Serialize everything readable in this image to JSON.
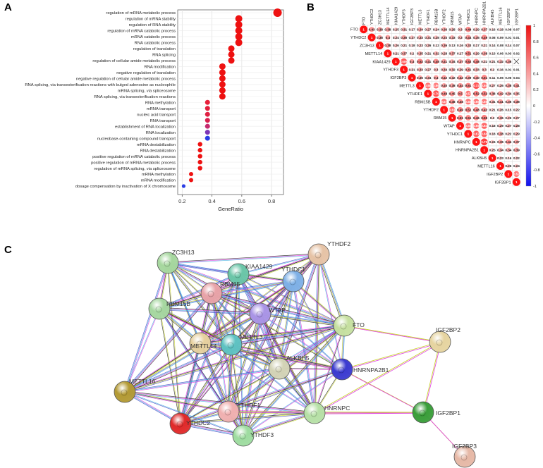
{
  "panels": {
    "a": "A",
    "b": "B",
    "c": "C"
  },
  "chart_data": [
    {
      "type": "scatter",
      "panel": "A",
      "xlabel": "GeneRatio",
      "xlim": [
        0.17,
        0.88
      ],
      "xticks": [
        "0.2",
        "0.4",
        "0.6",
        "0.8"
      ],
      "xtick_values": [
        0.2,
        0.4,
        0.6,
        0.8
      ],
      "grid": true,
      "terms": [
        "regulation of mRNA metabolic process",
        "regulation of mRNA stability",
        "regulation of RNA stability",
        "regulation of mRNA catabolic process",
        "mRNA catabolic process",
        "RNA catabolic process",
        "regulation of translation",
        "RNA splicing",
        "regulation of cellular amide metabolic process",
        "RNA modification",
        "negative regulation of translation",
        "negative regulation of cellular amide metabolic process",
        "RNA splicing, via transesterification reactions with bulged adenosine as nucleophile",
        "mRNA splicing, via spliceosome",
        "RNA splicing, via transesterification reactions",
        "RNA methylation",
        "mRNA transport",
        "nucleic acid transport",
        "RNA transport",
        "establishment of RNA localization",
        "RNA localization",
        "nucleobase-containing compound transport",
        "mRNA destabilization",
        "RNA destabilization",
        "positive regulation of mRNA catabolic process",
        "positive regulation of mRNA metabolic process",
        "regulation of mRNA splicing, via spliceosome",
        "mRNA methylation",
        "mRNA modification",
        "dosage compensation by inactivation of X chromosome"
      ],
      "gene_ratio": [
        0.84,
        0.58,
        0.58,
        0.58,
        0.58,
        0.58,
        0.53,
        0.53,
        0.53,
        0.47,
        0.47,
        0.47,
        0.47,
        0.47,
        0.47,
        0.37,
        0.37,
        0.37,
        0.37,
        0.37,
        0.37,
        0.37,
        0.32,
        0.32,
        0.32,
        0.32,
        0.32,
        0.26,
        0.26,
        0.21
      ],
      "point_colors": [
        "#ee1111",
        "#ee1111",
        "#ee1111",
        "#ee1111",
        "#ee1111",
        "#ee1111",
        "#ee1111",
        "#ee1111",
        "#ee1111",
        "#ee1111",
        "#ee1111",
        "#ee1111",
        "#ee1111",
        "#ee1111",
        "#ee1111",
        "#e8203a",
        "#e21e3c",
        "#e01f42",
        "#d81f4e",
        "#c52a6e",
        "#7d35b6",
        "#2a3ee6",
        "#ee1111",
        "#ee1111",
        "#ee1111",
        "#ee1111",
        "#ee1111",
        "#ee1111",
        "#ee1111",
        "#2a3ee6"
      ],
      "point_sizes": [
        6,
        5,
        5,
        5,
        5,
        5,
        4.5,
        4.5,
        4.5,
        4.5,
        4.5,
        4.5,
        4.5,
        4.5,
        4.5,
        3.5,
        3.5,
        3.5,
        3.5,
        3.5,
        3.5,
        3.5,
        3.2,
        3.2,
        3.2,
        3.2,
        3.2,
        3,
        3,
        2.6
      ]
    },
    {
      "type": "heatmap",
      "panel": "B",
      "genes": [
        "FTO",
        "YTHDC2",
        "ZC3H13",
        "METTL14",
        "KIAA1429",
        "YTHDF3",
        "IGF2BP3",
        "METTL3",
        "YTHDF1",
        "RBM15B",
        "YTHDF2",
        "RBM15",
        "WTAP",
        "YTHDC1",
        "HNRNPC",
        "HNRNPA2B1",
        "ALKBH5",
        "METTL16",
        "IGF2BP2",
        "IGF2BP1"
      ],
      "matrix": [
        [
          "1",
          "0.43",
          "0.38",
          "0.38",
          "0.25",
          "0.31",
          "0.17",
          "0.34",
          "0.27",
          "0.24",
          "0.36",
          "0.28",
          "0.3",
          "0.49",
          "0.29",
          "0.37",
          "0.16",
          "0.18",
          "0.08",
          "0.07"
        ],
        [
          "",
          "1",
          "0.38",
          "0.4",
          "0.24",
          "0.38",
          "0.27",
          "0.33",
          "0.31",
          "0.28",
          "0.33",
          "0.33",
          "0.3",
          "0.44",
          "0.35",
          "0.49",
          "0.08",
          "0.09",
          "0.01",
          "0.01"
        ],
        [
          "",
          "",
          "1",
          "0.38",
          "0.26",
          "0.21",
          "0.18",
          "0.23",
          "0.26",
          "0.12",
          "0.36",
          "0.13",
          "0.16",
          "0.33",
          "0.17",
          "0.21",
          "0.14",
          "0.08",
          "0.14",
          "0.07"
        ],
        [
          "",
          "",
          "",
          "1",
          "0.21",
          "0.37",
          "0.2",
          "0.35",
          "0.21",
          "0.32",
          "0.28",
          "0.37",
          "0.17",
          "0.51",
          "0.29",
          "0.38",
          "0.13",
          "0.06",
          "0.03",
          "0.02"
        ],
        [
          "",
          "",
          "",
          "",
          "1",
          "0.69",
          "0.4",
          "0.52",
          "0.41",
          "0.48",
          "0.41",
          "0.34",
          "0.37",
          "0.52",
          "0.48",
          "0.22",
          "0.21",
          "0.32",
          "0.38",
          ""
        ],
        [
          "",
          "",
          "",
          "",
          "",
          "1",
          "0.21",
          "0.33",
          "0.27",
          "0.3",
          "0.34",
          "0.32",
          "0.29",
          "0.41",
          "0.33",
          "0.3",
          "0.2",
          "0.16",
          "0.01",
          "0.01"
        ],
        [
          "",
          "",
          "",
          "",
          "",
          "",
          "1",
          "0.36",
          "0.34",
          "0.4",
          "0.42",
          "0.32",
          "0.42",
          "0.39",
          "0.40",
          "0.51",
          "0.11",
          "0.06",
          "0.06",
          "0.04"
        ],
        [
          "",
          "",
          "",
          "",
          "",
          "",
          "",
          "1",
          "0.58",
          "0.56",
          "0.40",
          "0.38",
          "0.44",
          "0.51",
          "0.72",
          "0.58",
          "0.27",
          "0.26",
          "0.38",
          "0.41"
        ],
        [
          "",
          "",
          "",
          "",
          "",
          "",
          "",
          "",
          "1",
          "0.70",
          "0.48",
          "0.45",
          "0.5",
          "0.57",
          "0.52",
          "0.52",
          "0.38",
          "0.42",
          "0.34",
          "0.35"
        ],
        [
          "",
          "",
          "",
          "",
          "",
          "",
          "",
          "",
          "",
          "1",
          "0.57",
          "0.46",
          "0.45",
          "0.56",
          "0.56",
          "0.56",
          "0.31",
          "0.41",
          "0.35",
          "0.38"
        ],
        [
          "",
          "",
          "",
          "",
          "",
          "",
          "",
          "",
          "",
          "",
          "1",
          "0.61",
          "0.49",
          "0.51",
          "0.48",
          "0.42",
          "0.21",
          "0.26",
          "0.15",
          "0.22"
        ],
        [
          "",
          "",
          "",
          "",
          "",
          "",
          "",
          "",
          "",
          "",
          "",
          "1",
          "0.51",
          "0.51",
          "0.46",
          "0.55",
          "0.2",
          "0.36",
          "0.26",
          "0.27"
        ],
        [
          "",
          "",
          "",
          "",
          "",
          "",
          "",
          "",
          "",
          "",
          "",
          "",
          "1",
          "0.56",
          "0.59",
          "0.64",
          "0.18",
          "0.29",
          "0.27",
          "0.28"
        ],
        [
          "",
          "",
          "",
          "",
          "",
          "",
          "",
          "",
          "",
          "",
          "",
          "",
          "",
          "1",
          "0.67",
          "0.68",
          "0.18",
          "0.38",
          "0.22",
          "0.29"
        ],
        [
          "",
          "",
          "",
          "",
          "",
          "",
          "",
          "",
          "",
          "",
          "",
          "",
          "",
          "",
          "1",
          "0.79",
          "0.24",
          "0.36",
          "0.44",
          "0.37"
        ],
        [
          "",
          "",
          "",
          "",
          "",
          "",
          "",
          "",
          "",
          "",
          "",
          "",
          "",
          "",
          "",
          "1",
          "0.25",
          "0.34",
          "0.34",
          "0.39"
        ],
        [
          "",
          "",
          "",
          "",
          "",
          "",
          "",
          "",
          "",
          "",
          "",
          "",
          "",
          "",
          "",
          "",
          "1",
          "0.23",
          "0.16",
          "0.22"
        ],
        [
          "",
          "",
          "",
          "",
          "",
          "",
          "",
          "",
          "",
          "",
          "",
          "",
          "",
          "",
          "",
          "",
          "",
          "1",
          "0.26",
          "0.24"
        ],
        [
          "",
          "",
          "",
          "",
          "",
          "",
          "",
          "",
          "",
          "",
          "",
          "",
          "",
          "",
          "",
          "",
          "",
          "",
          "1",
          "0.57"
        ],
        [
          "",
          "",
          "",
          "",
          "",
          "",
          "",
          "",
          "",
          "",
          "",
          "",
          "",
          "",
          "",
          "",
          "",
          "",
          "",
          "1"
        ]
      ],
      "legend_ticks": [
        "1",
        "0.8",
        "0.6",
        "0.4",
        "0.2",
        "0",
        "-0.2",
        "-0.4",
        "-0.6",
        "-0.8",
        "-1"
      ],
      "colorscale": {
        "high": "#ee1111",
        "mid": "#ffffff",
        "low": "#1111ee"
      }
    }
  ],
  "network": {
    "panel": "C",
    "nodes": [
      {
        "name": "ZC3H13",
        "color": "#a6d79e"
      },
      {
        "name": "YTHDF2",
        "color": "#e6c3a6"
      },
      {
        "name": "KIAA1429",
        "color": "#6bc6a8"
      },
      {
        "name": "YTHDC1",
        "color": "#7eb0e6"
      },
      {
        "name": "RBM15",
        "color": "#e8a3a8"
      },
      {
        "name": "RBM15B",
        "color": "#a6d7a0"
      },
      {
        "name": "WTAP",
        "color": "#a994e6"
      },
      {
        "name": "FTO",
        "color": "#c6e0a0"
      },
      {
        "name": "METTL14",
        "color": "#e6d09e"
      },
      {
        "name": "METTL3",
        "color": "#5ec2c2"
      },
      {
        "name": "IGF2BP2",
        "color": "#e6d4a0"
      },
      {
        "name": "ALKBH5",
        "color": "#d3d3b6"
      },
      {
        "name": "HNRNPA2B1",
        "color": "#3b3bd0"
      },
      {
        "name": "METTL16",
        "color": "#b39a34"
      },
      {
        "name": "YTHDF1",
        "color": "#f0b0b0"
      },
      {
        "name": "HNRNPC",
        "color": "#b6e0a6"
      },
      {
        "name": "IGF2BP1",
        "color": "#3a9e3a"
      },
      {
        "name": "YTHDC2",
        "color": "#e02a2a"
      },
      {
        "name": "YTHDF3",
        "color": "#9edca0"
      },
      {
        "name": "IGF2BP3",
        "color": "#e6b8a6"
      }
    ],
    "edge_colors": [
      "#c9d630",
      "#2a2a2a",
      "#e040e0",
      "#40b0e0",
      "#4c4cc8"
    ]
  }
}
